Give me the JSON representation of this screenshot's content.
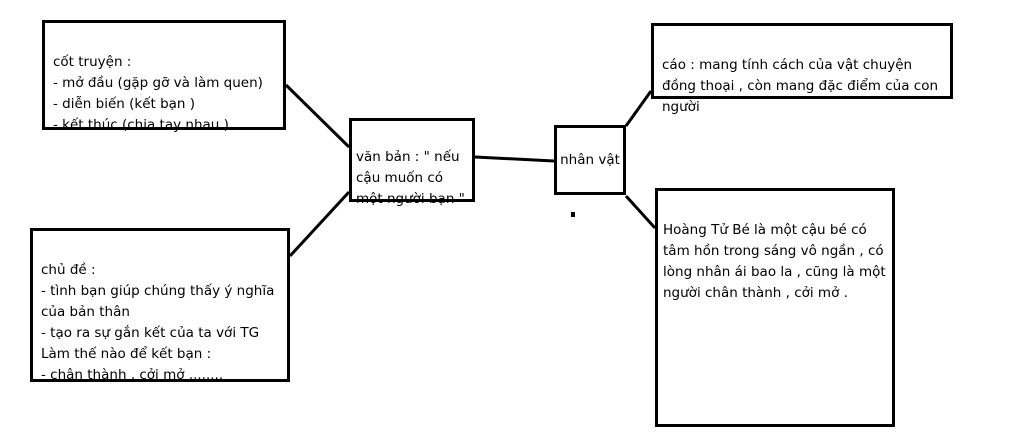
{
  "diagram": {
    "center": {
      "text": "văn bản : \" nếu cậu muốn có một người bạn \""
    },
    "plot": {
      "text": "cốt truyện :\n- mở đầu  (gặp gỡ và làm quen)\n- diễn biến  (kết bạn )\n- kết thúc (chia tay nhau )"
    },
    "theme": {
      "text": "chủ đề :\n- tình bạn giúp chúng thấy ý nghĩa của bản thân\n- tạo ra sự gắn kết của ta với TG\nLàm thế nào để kết bạn :\n- chân thành , cởi mở ,......."
    },
    "character": {
      "text": "nhân vật"
    },
    "fox": {
      "text": "cáo : mang tính cách của vật chuyện đồng thoại , còn mang đặc điểm của con người"
    },
    "prince": {
      "text": "Hoàng Tử Bé là một cậu bé có tâm hồn trong sáng vô ngần , có lòng nhân ái bao la , cũng là một người chân thành , cởi mở ."
    }
  }
}
